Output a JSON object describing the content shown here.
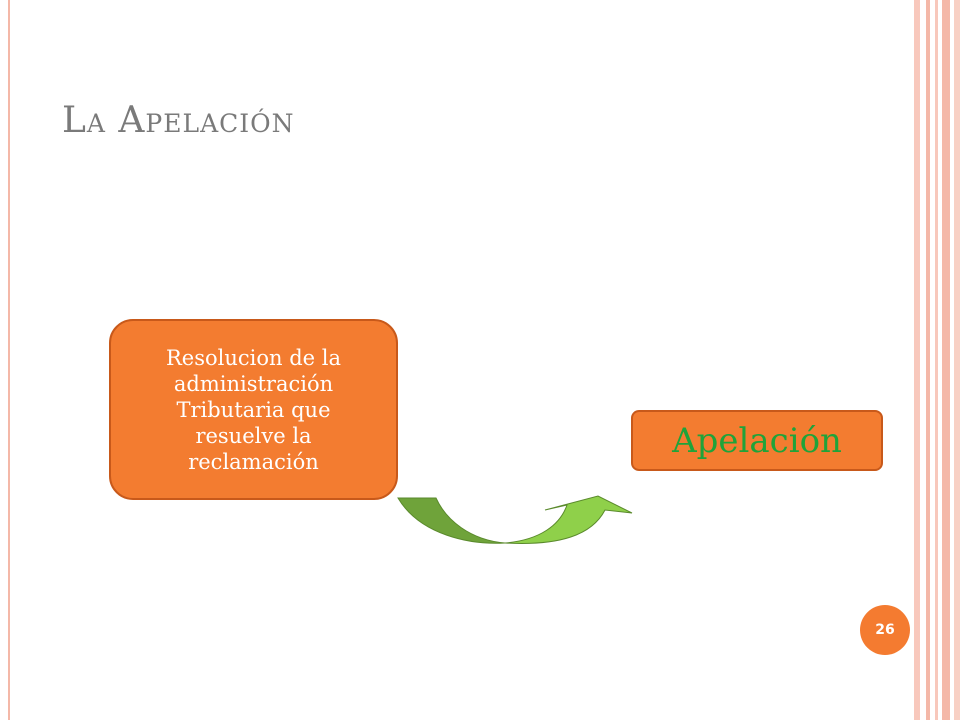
{
  "slide": {
    "title": "La Apelación",
    "page_number": "26"
  },
  "diagram": {
    "source_box": "Resolucion de la administración Tributaria que resuelve la reclamación",
    "target_box": "Apelación"
  },
  "colors": {
    "box_fill": "#f37c30",
    "box_border": "#c8591a",
    "target_text": "#1fa33a",
    "arrow_dark": "#6fa33a",
    "arrow_light": "#8fd04a",
    "frame": "#f4b8a8"
  }
}
